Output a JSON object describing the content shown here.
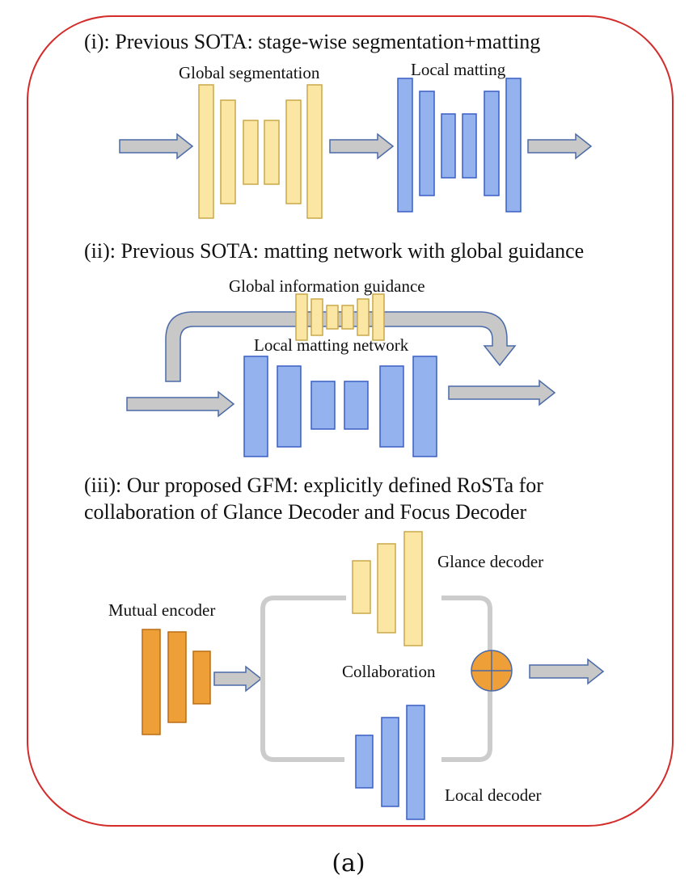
{
  "section1": {
    "title": "(i): Previous SOTA: stage-wise segmentation+matting",
    "global_label": "Global segmentation",
    "local_label": "Local matting"
  },
  "section2": {
    "title": "(ii): Previous SOTA: matting network with global guidance",
    "guidance_label": "Global information guidance",
    "network_label": "Local matting network"
  },
  "section3": {
    "title_line1": "(iii): Our proposed GFM: explicitly defined RoSTa for",
    "title_line2": "collaboration of Glance Decoder and Focus Decoder",
    "encoder_label": "Mutual encoder",
    "glance_label": "Glance decoder",
    "collab_label": "Collaboration",
    "local_label": "Local decoder"
  },
  "caption": "(a)",
  "colors": {
    "border": "#d42b2b",
    "yellow_fill": "#fce6a4",
    "yellow_stroke": "#c9a84a",
    "blue_fill": "#94b3ee",
    "blue_stroke": "#3a5ec4",
    "orange_fill": "#ef9f38",
    "orange_stroke": "#b86e14",
    "arrow_fill": "#c8c8c8",
    "arrow_stroke": "#4a6aa8",
    "connector": "#cccccc"
  }
}
